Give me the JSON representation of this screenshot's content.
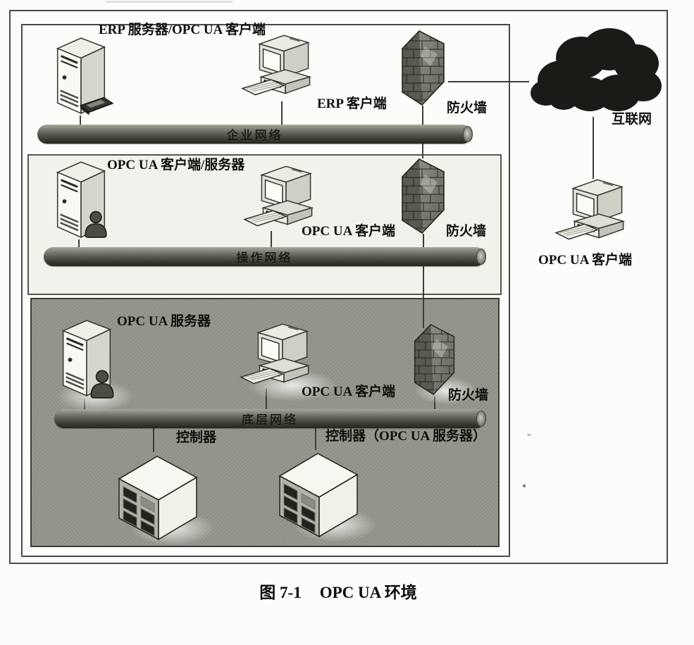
{
  "figure": {
    "caption_prefix": "图 7-1",
    "caption_title": "OPC UA 环境"
  },
  "enterprise_zone": {
    "server_label": "ERP 服务器/OPC UA 客户端",
    "client_label": "ERP 客户端",
    "firewall_label": "防火墙",
    "network_label": "企业网络"
  },
  "operations_zone": {
    "server_label": "OPC UA 客户端/服务器",
    "client_label": "OPC UA 客户端",
    "firewall_label": "防火墙",
    "network_label": "操作网络"
  },
  "field_zone": {
    "server_label": "OPC UA 服务器",
    "client_label": "OPC UA 客户端",
    "firewall_label": "防火墙",
    "network_label": "底层网络",
    "controller_label": "控制器",
    "controller_server_label": "控制器（OPC UA 服务器）"
  },
  "external": {
    "internet_label": "互联网",
    "client_label": "OPC UA 客户端"
  },
  "colors": {
    "field_zone_fill": "#96958c",
    "operations_zone_fill": "#f2f2ec",
    "network_bar_dark": "#3a3a33",
    "cloud_fill": "#1a1a17"
  }
}
